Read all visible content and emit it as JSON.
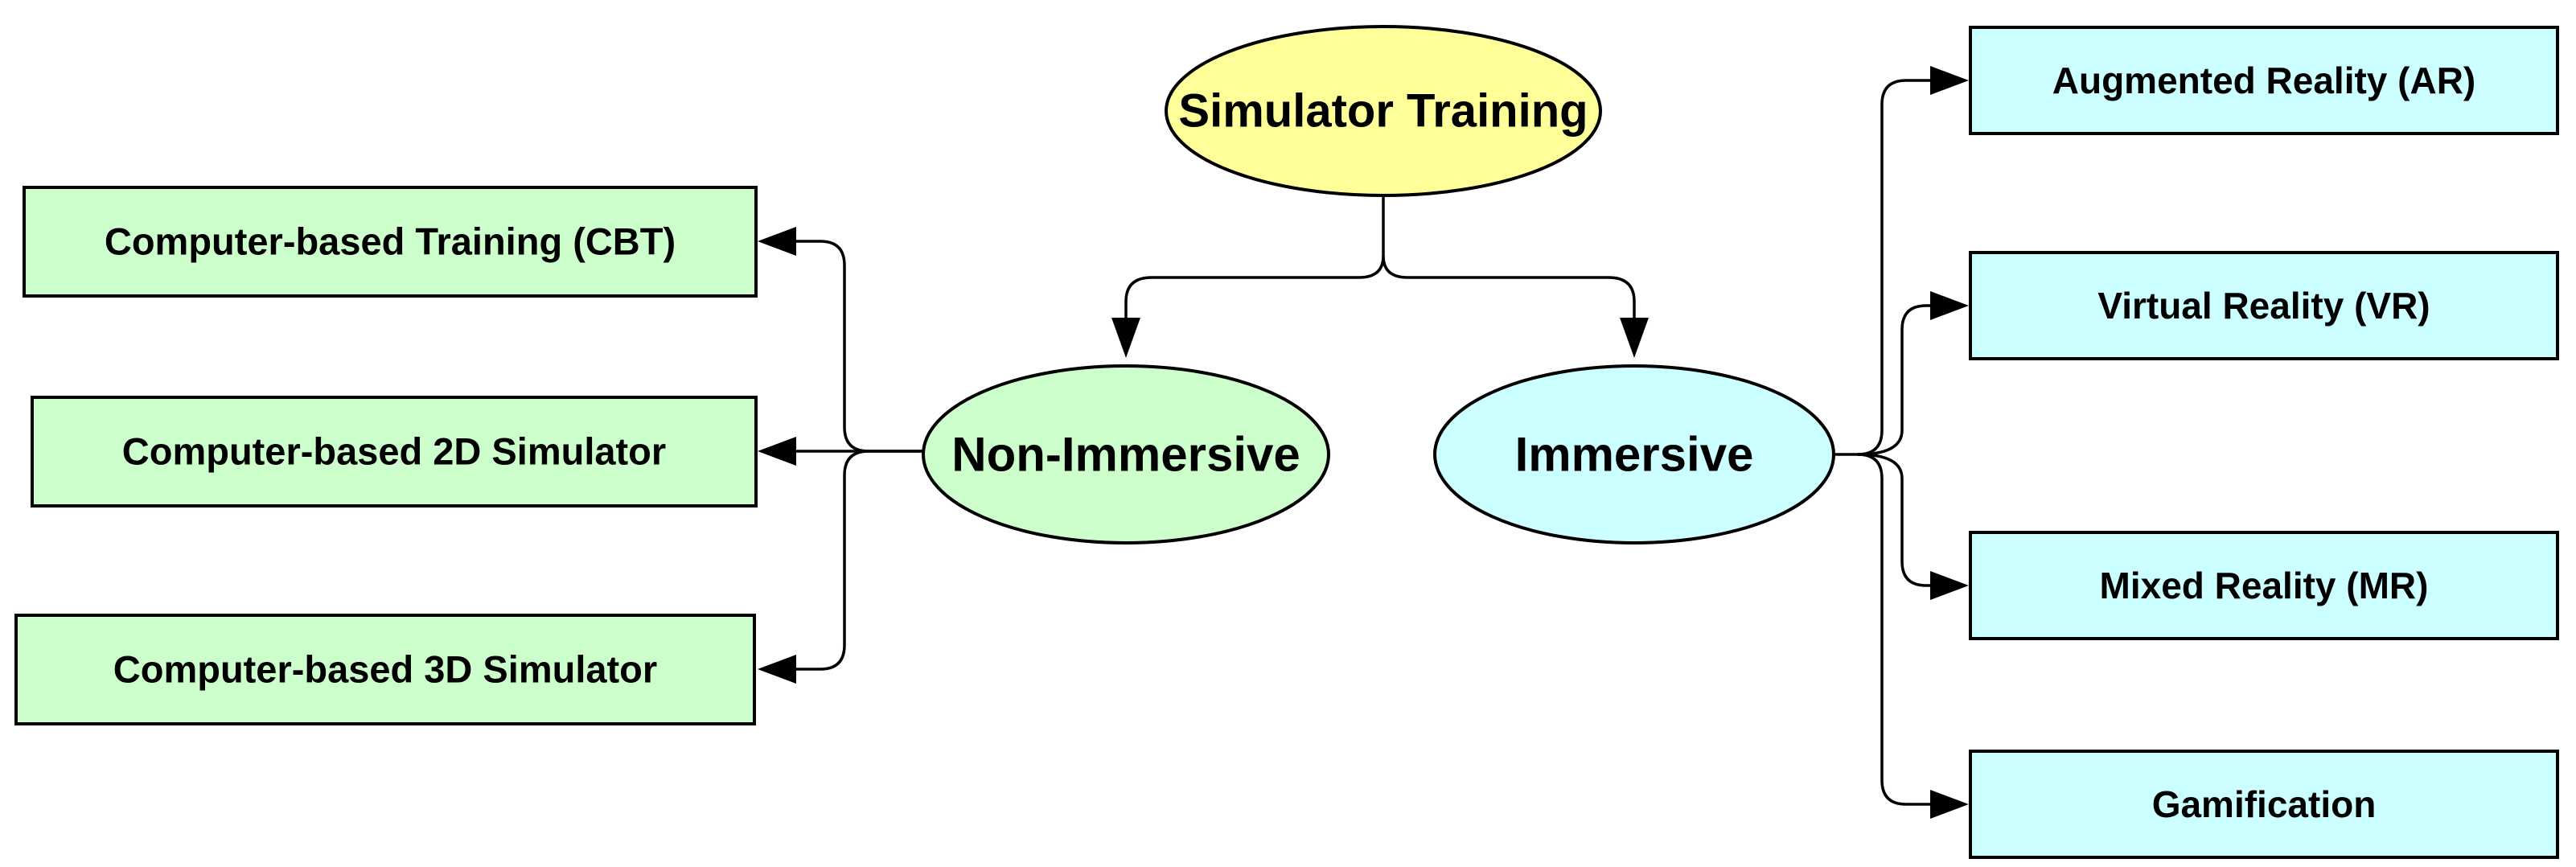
{
  "colors": {
    "root_fill": "#ffff99",
    "non_immersive_fill": "#ccffcc",
    "immersive_fill": "#ccffff",
    "stroke": "#000000"
  },
  "root": {
    "label": "Simulator Training"
  },
  "non_immersive": {
    "label": "Non-Immersive",
    "children": [
      {
        "label": "Computer-based Training (CBT)"
      },
      {
        "label": "Computer-based 2D Simulator"
      },
      {
        "label": "Computer-based 3D Simulator"
      }
    ]
  },
  "immersive": {
    "label": "Immersive",
    "children": [
      {
        "label": "Augmented Reality (AR)"
      },
      {
        "label": "Virtual Reality (VR)"
      },
      {
        "label": "Mixed Reality (MR)"
      },
      {
        "label": "Gamification"
      }
    ]
  }
}
